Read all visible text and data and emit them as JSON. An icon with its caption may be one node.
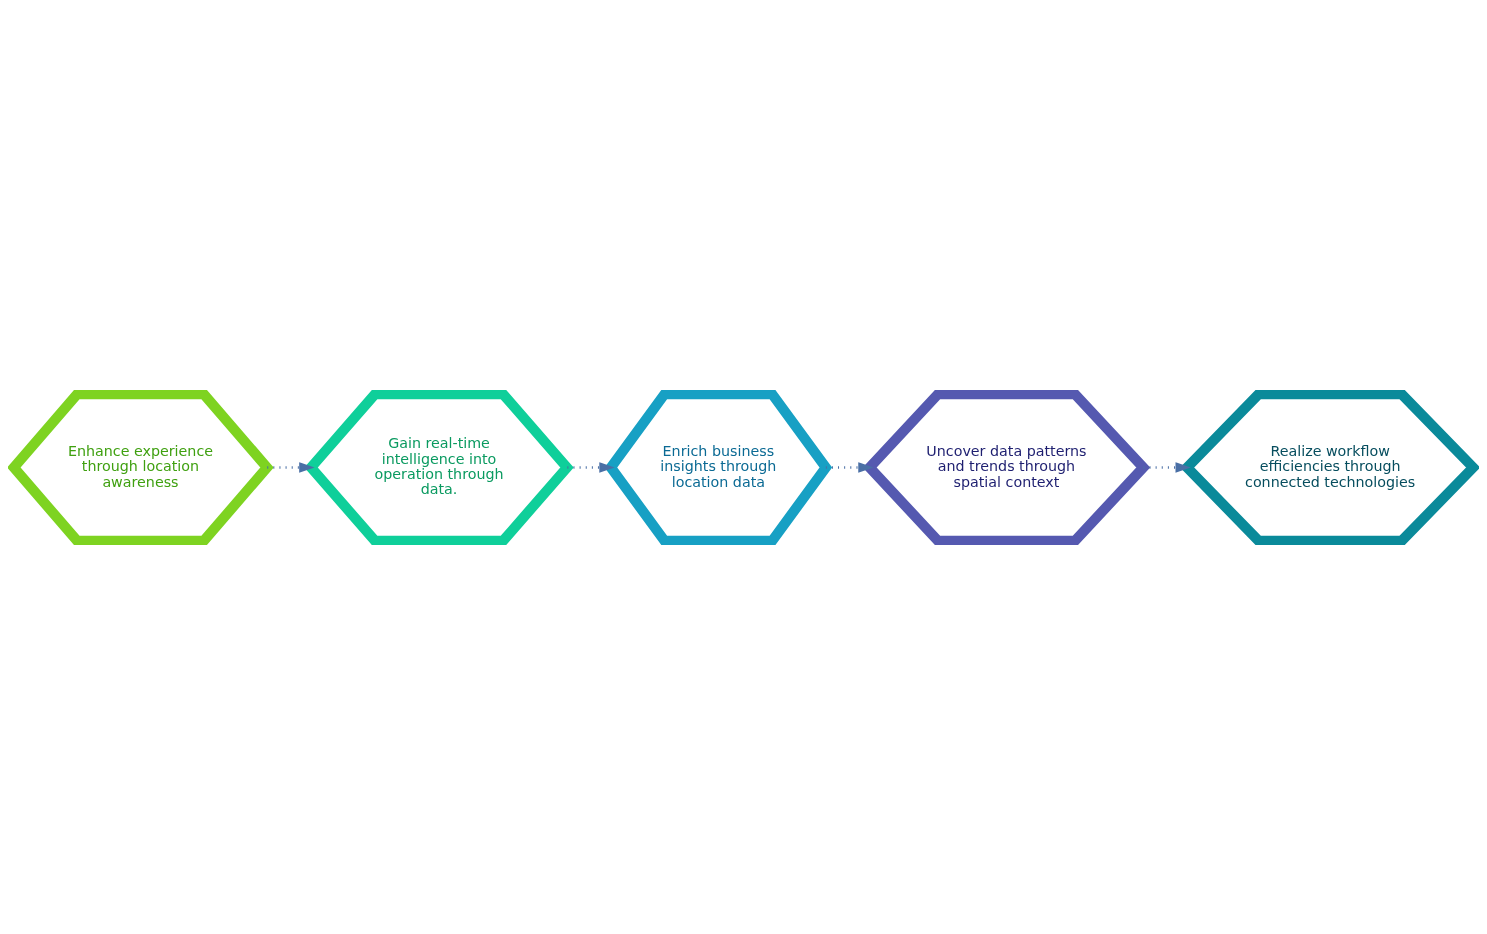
{
  "diagram": {
    "nodes": [
      {
        "text": [
          "Enhance experience through location awareness"
        ]
      },
      {
        "text": [
          "Gain real-time intelligence into operation through data."
        ]
      },
      {
        "text": [
          "Enrich business insights through location data"
        ]
      },
      {
        "text": [
          "Uncover data patterns and trends through spatial context"
        ]
      },
      {
        "text": [
          "Realize workflow efficiencies through connected technologies"
        ]
      }
    ],
    "edges": [
      {
        "from": 0,
        "to": 1,
        "arrow": "to"
      },
      {
        "from": 1,
        "to": 2,
        "arrow": "to"
      },
      {
        "from": 2,
        "to": 3,
        "arrow": "to"
      },
      {
        "from": 3,
        "to": 4,
        "arrow": "to"
      }
    ]
  }
}
